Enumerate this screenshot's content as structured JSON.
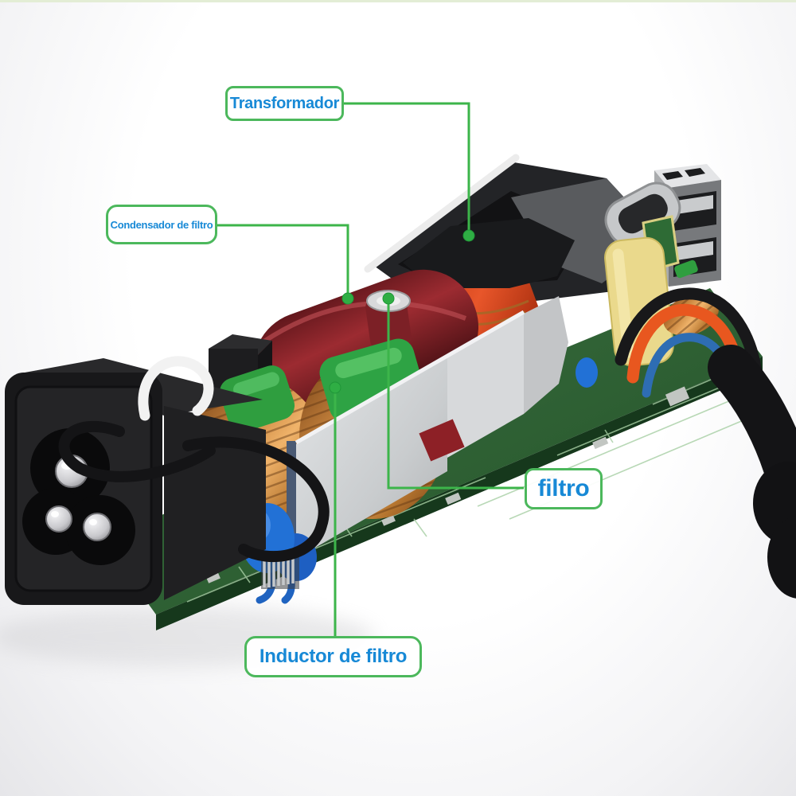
{
  "callouts": {
    "transformador": {
      "text": "Transformador"
    },
    "condensador_de_filtro": {
      "text": "Condensador de filtro"
    },
    "filtro": {
      "text": "filtro"
    },
    "inductor_de_filtro": {
      "text": "Inductor de filtro"
    }
  },
  "colors": {
    "callout_border": "#4cb85c",
    "callout_text": "#1789d6",
    "callout_line": "#3cb54a",
    "callout_dot": "#2fae44",
    "top_strip": "#e3edd5",
    "pcb_green": "#2f6134"
  }
}
